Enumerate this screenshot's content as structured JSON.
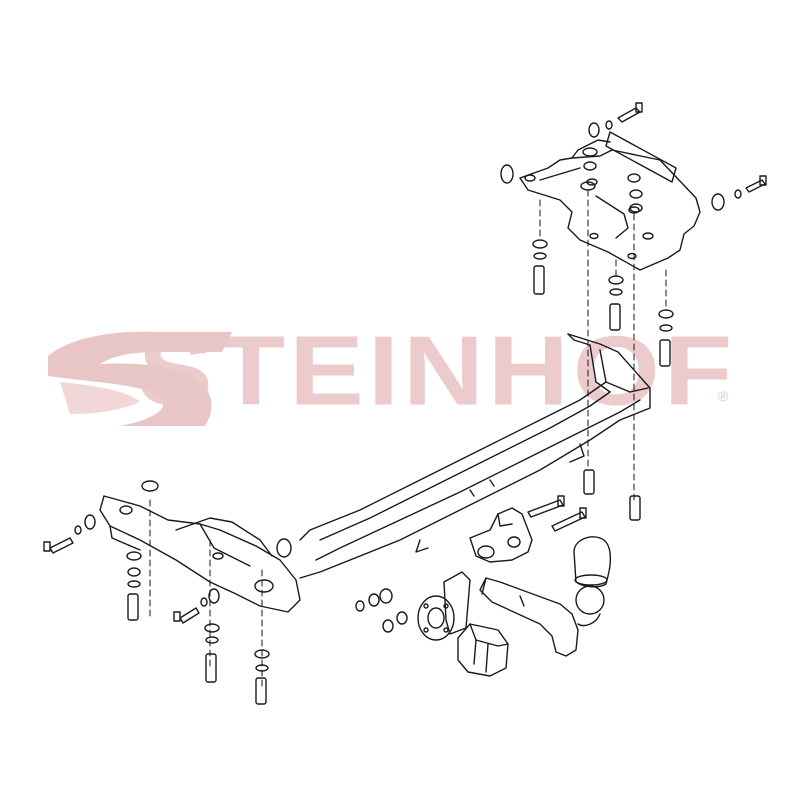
{
  "watermark": {
    "brand": "STEINHOF",
    "registered_mark": "®",
    "color": "#e9c6c6"
  },
  "diagram": {
    "style": "exploded-view line drawing",
    "line_color": "#1a1a1a",
    "components": [
      "right-mounting-bracket",
      "left-mounting-bracket",
      "main-crossbar",
      "receiver-socket",
      "detachable-ball-neck",
      "ball-cover-cap",
      "electrical-socket-plate",
      "electrical-socket",
      "bolts",
      "washers",
      "nuts"
    ]
  }
}
